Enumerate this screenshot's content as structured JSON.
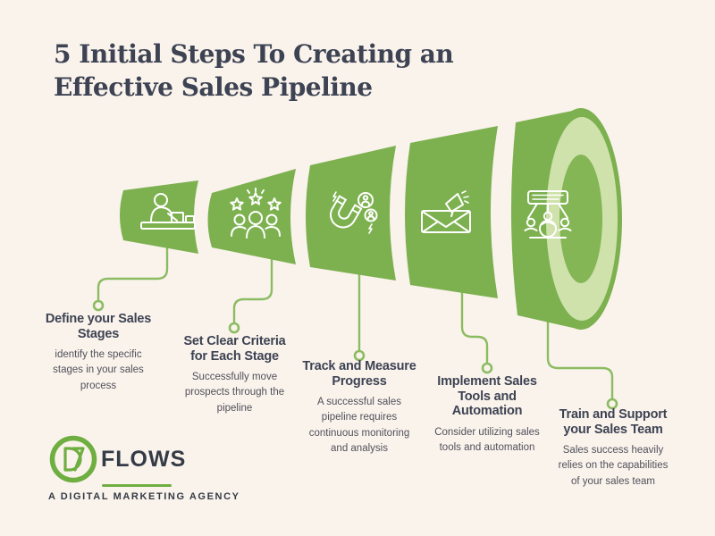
{
  "title": {
    "line1": "5 Initial Steps To Creating an",
    "line2": "Effective Sales Pipeline"
  },
  "steps": [
    {
      "icon": "salesperson-desk-icon",
      "title": "Define your Sales\nStages",
      "description": "identify the specific\nstages in your sales\nprocess"
    },
    {
      "icon": "team-stars-icon",
      "title": "Set Clear Criteria\nfor Each Stage",
      "description": "Successfully move\nprospects through the\npipeline"
    },
    {
      "icon": "magnet-leads-icon",
      "title": "Track and Measure\nProgress",
      "description": "A successful sales\npipeline requires\ncontinuous monitoring\nand analysis"
    },
    {
      "icon": "email-megaphone-icon",
      "title": "Implement Sales\nTools and\nAutomation",
      "description": "Consider utilizing sales\ntools and automation"
    },
    {
      "icon": "sales-training-icon",
      "title": "Train and Support\nyour Sales Team",
      "description": "Sales success heavily\nrelies on the capabilities\nof your sales team"
    }
  ],
  "logo": {
    "monogram": "DM",
    "name": "FLOWS",
    "tagline": "A DIGITAL MARKETING AGENCY"
  },
  "colors": {
    "bg": "#faf3ec",
    "green": "#7db150",
    "greenLight": "#cfe2ab",
    "greenInner": "#84b655",
    "line": "#8cbc62",
    "ink": "#3d4353",
    "body": "#50505a",
    "logoGreen": "#6fae41",
    "logoInk": "#343b46"
  }
}
